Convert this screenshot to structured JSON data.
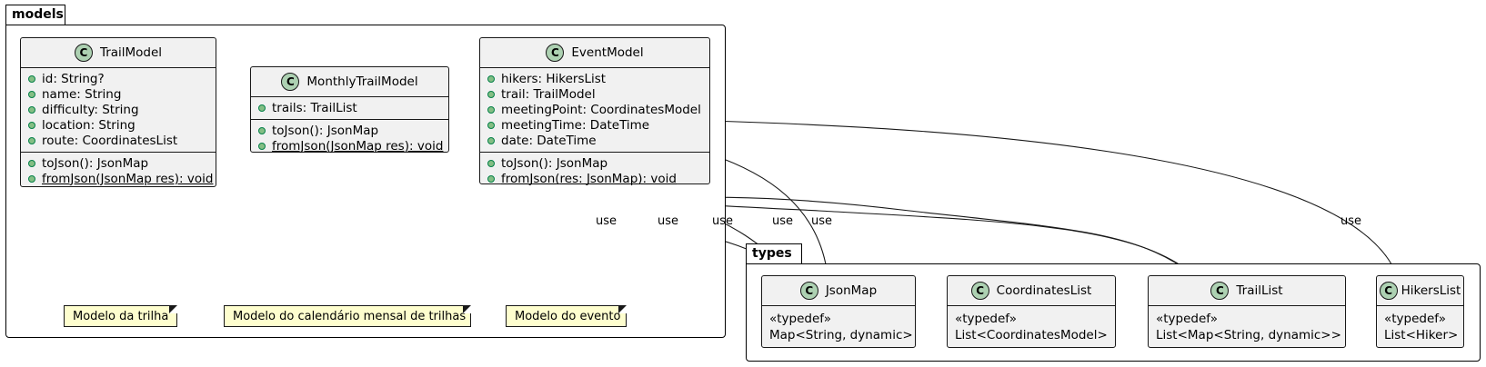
{
  "packages": {
    "models": "models",
    "types": "types"
  },
  "classes": {
    "trail_model": {
      "name": "TrailModel",
      "fields": [
        "id: String?",
        "name: String",
        "difficulty: String",
        "location: String",
        "route: CoordinatesList"
      ],
      "methods": [
        "toJson(): JsonMap",
        "fromJson(JsonMap res): void"
      ]
    },
    "monthly_trail_model": {
      "name": "MonthlyTrailModel",
      "fields": [
        "trails: TrailList"
      ],
      "methods": [
        "toJson(): JsonMap",
        "fromJson(JsonMap res): void"
      ]
    },
    "event_model": {
      "name": "EventModel",
      "fields": [
        "hikers: HikersList",
        "trail: TrailModel",
        "meetingPoint: CoordinatesModel",
        "meetingTime: DateTime",
        "date: DateTime"
      ],
      "methods": [
        "toJson(): JsonMap",
        "fromJson(res: JsonMap): void"
      ]
    },
    "json_map": {
      "name": "JsonMap",
      "stereotype": "«typedef»",
      "definition": "Map<String, dynamic>"
    },
    "coordinates_list": {
      "name": "CoordinatesList",
      "stereotype": "«typedef»",
      "definition": "List<CoordinatesModel>"
    },
    "trail_list": {
      "name": "TrailList",
      "stereotype": "«typedef»",
      "definition": "List<Map<String, dynamic>>"
    },
    "hikers_list": {
      "name": "HikersList",
      "stereotype": "«typedef»",
      "definition": "List<Hiker>"
    }
  },
  "class_badge": "C",
  "notes": {
    "trail": "Modelo da trilha",
    "monthly": "Modelo do calendário mensal de trilhas",
    "event": "Modelo do evento"
  },
  "edge_label": "use",
  "colors": {
    "class_bg": "#f1f1f1",
    "badge": "#add1b2",
    "note_bg": "#fefece",
    "border": "#181818"
  }
}
